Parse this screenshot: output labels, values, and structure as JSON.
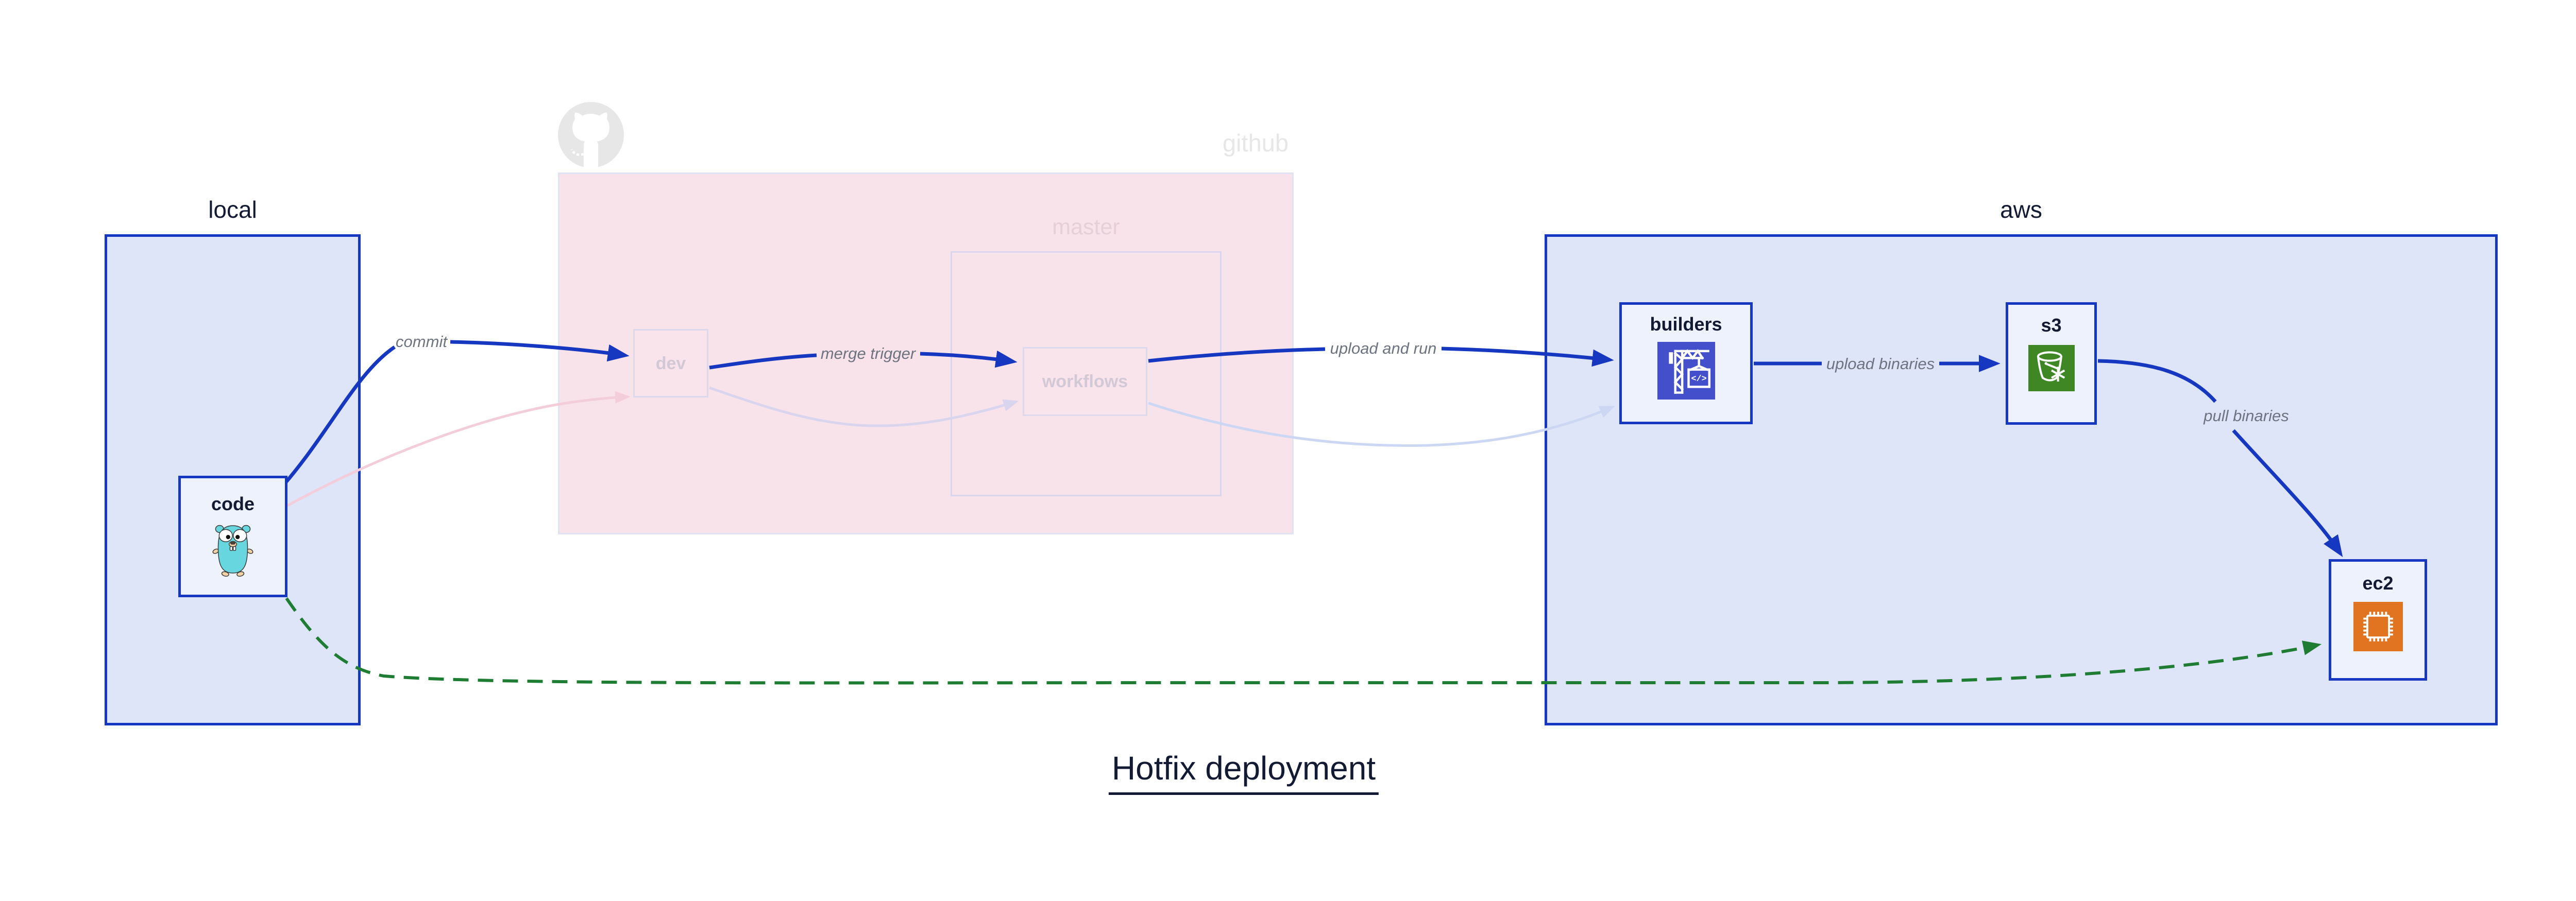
{
  "title": {
    "text": "Hotfix deployment"
  },
  "containers": {
    "local": {
      "label": "local"
    },
    "github": {
      "label": "github",
      "master": {
        "label": "master"
      }
    },
    "aws": {
      "label": "aws"
    }
  },
  "nodes": {
    "code": {
      "label": "code",
      "icon": "go-gopher-icon"
    },
    "dev": {
      "label": "dev"
    },
    "workflows": {
      "label": "workflows"
    },
    "builders": {
      "label": "builders",
      "icon": "aws-codebuild-icon"
    },
    "s3": {
      "label": "s3",
      "icon": "aws-s3-icon"
    },
    "ec2": {
      "label": "ec2",
      "icon": "aws-ec2-icon"
    }
  },
  "edges": {
    "commit": {
      "label": "commit",
      "style": "solid-blue"
    },
    "merge_trigger": {
      "label": "merge trigger",
      "style": "solid-blue"
    },
    "upload_and_run": {
      "label": "upload and run",
      "style": "solid-blue"
    },
    "upload_binaries": {
      "label": "upload binaries",
      "style": "solid-blue"
    },
    "pull_binaries": {
      "label": "pull binaries",
      "style": "solid-blue"
    },
    "hotfix_path": {
      "label": "",
      "style": "dashed-green"
    },
    "faded_code_to_dev": {
      "label": "",
      "style": "faded-pink"
    },
    "faded_dev_to_workflows": {
      "label": "",
      "style": "faded-lavender"
    },
    "faded_workflows_to_builders": {
      "label": "",
      "style": "faded-blue"
    }
  },
  "icons": {
    "github_logo": "github-octocat-icon"
  },
  "colors": {
    "edge_blue": "#1637c0",
    "container_fill_blue": "#dee5f8",
    "node_fill": "#eef2fc",
    "github_fill": "#f9e3ea",
    "faded_border": "#d9d5ec",
    "faded_text": "#d3c9d6",
    "github_gray": "#e7e7e7",
    "edge_label_gray": "#6e7380",
    "dark_text": "#131a33",
    "hotfix_green": "#1e7d32",
    "faded_pink_edge": "#f3cdd9",
    "faded_lavender_edge": "#d9d5ee",
    "faded_blue_edge": "#ccd7f3",
    "codebuild_indigo": "#4450cb",
    "s3_green": "#3f8624",
    "ec2_orange": "#e07420"
  }
}
